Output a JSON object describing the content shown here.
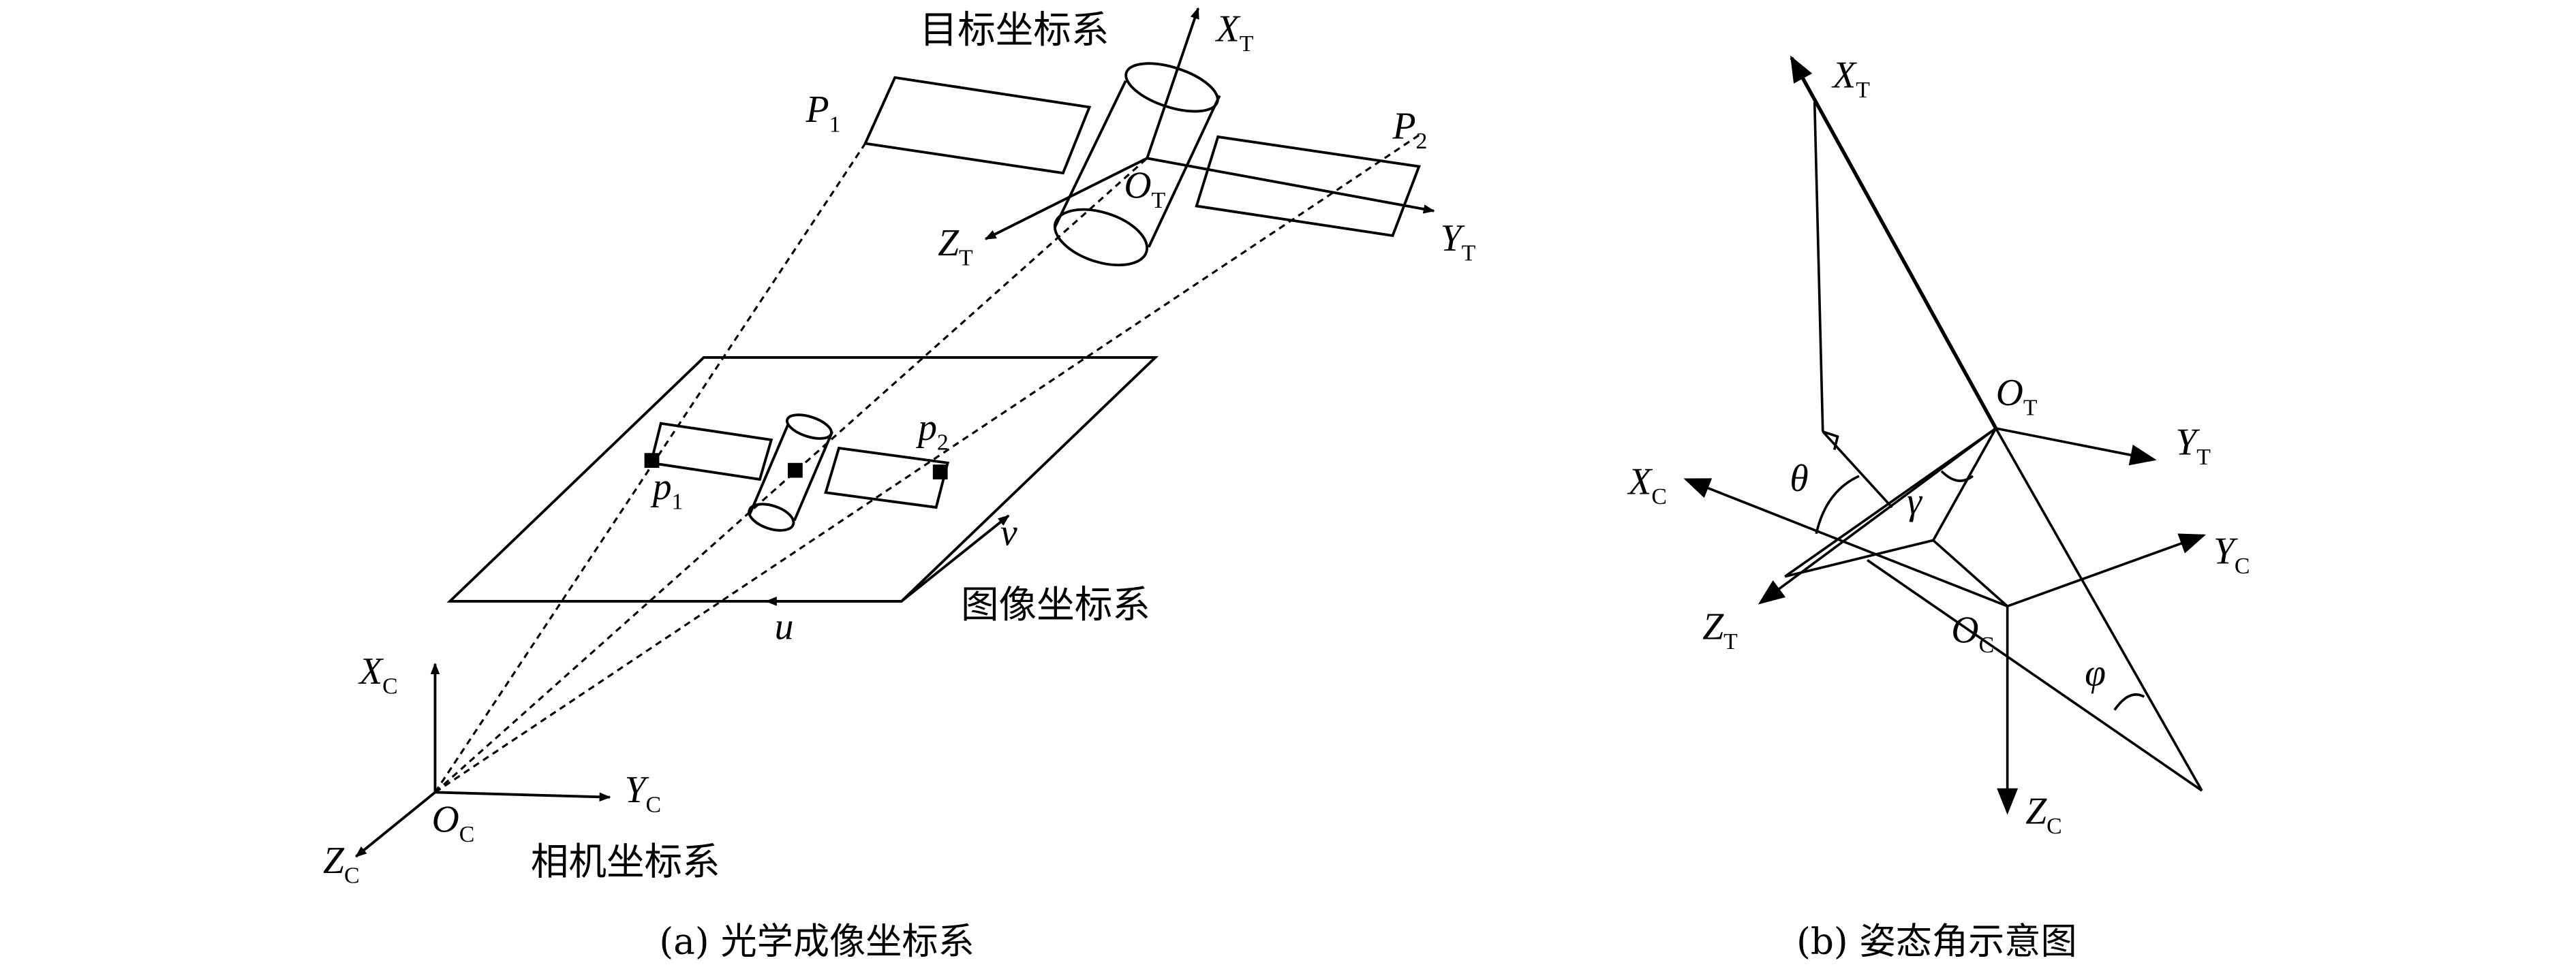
{
  "panel_a": {
    "target_frame_title": "目标坐标系",
    "image_frame_title": "图像坐标系",
    "camera_frame_title": "相机坐标系",
    "caption": "(a) 光学成像坐标系",
    "labels": {
      "P1": {
        "main": "P",
        "sub": "1"
      },
      "P2": {
        "main": "P",
        "sub": "2"
      },
      "XT": {
        "main": "X",
        "sub": "T"
      },
      "YT": {
        "main": "Y",
        "sub": "T"
      },
      "ZT": {
        "main": "Z",
        "sub": "T"
      },
      "OT": {
        "main": "O",
        "sub": "T"
      },
      "p1": {
        "main": "p",
        "sub": "1"
      },
      "p2": {
        "main": "p",
        "sub": "2"
      },
      "u": "u",
      "v": "v",
      "XC": {
        "main": "X",
        "sub": "C"
      },
      "YC": {
        "main": "Y",
        "sub": "C"
      },
      "ZC": {
        "main": "Z",
        "sub": "C"
      },
      "OC": {
        "main": "O",
        "sub": "C"
      }
    }
  },
  "panel_b": {
    "caption": "(b) 姿态角示意图",
    "labels": {
      "XT": {
        "main": "X",
        "sub": "T"
      },
      "OT": {
        "main": "O",
        "sub": "T"
      },
      "YT": {
        "main": "Y",
        "sub": "T"
      },
      "XC": {
        "main": "X",
        "sub": "C"
      },
      "YC": {
        "main": "Y",
        "sub": "C"
      },
      "ZT": {
        "main": "Z",
        "sub": "T"
      },
      "OC": {
        "main": "O",
        "sub": "C"
      },
      "ZC": {
        "main": "Z",
        "sub": "C"
      },
      "theta": "θ",
      "gamma": "γ",
      "phi": "φ"
    }
  }
}
